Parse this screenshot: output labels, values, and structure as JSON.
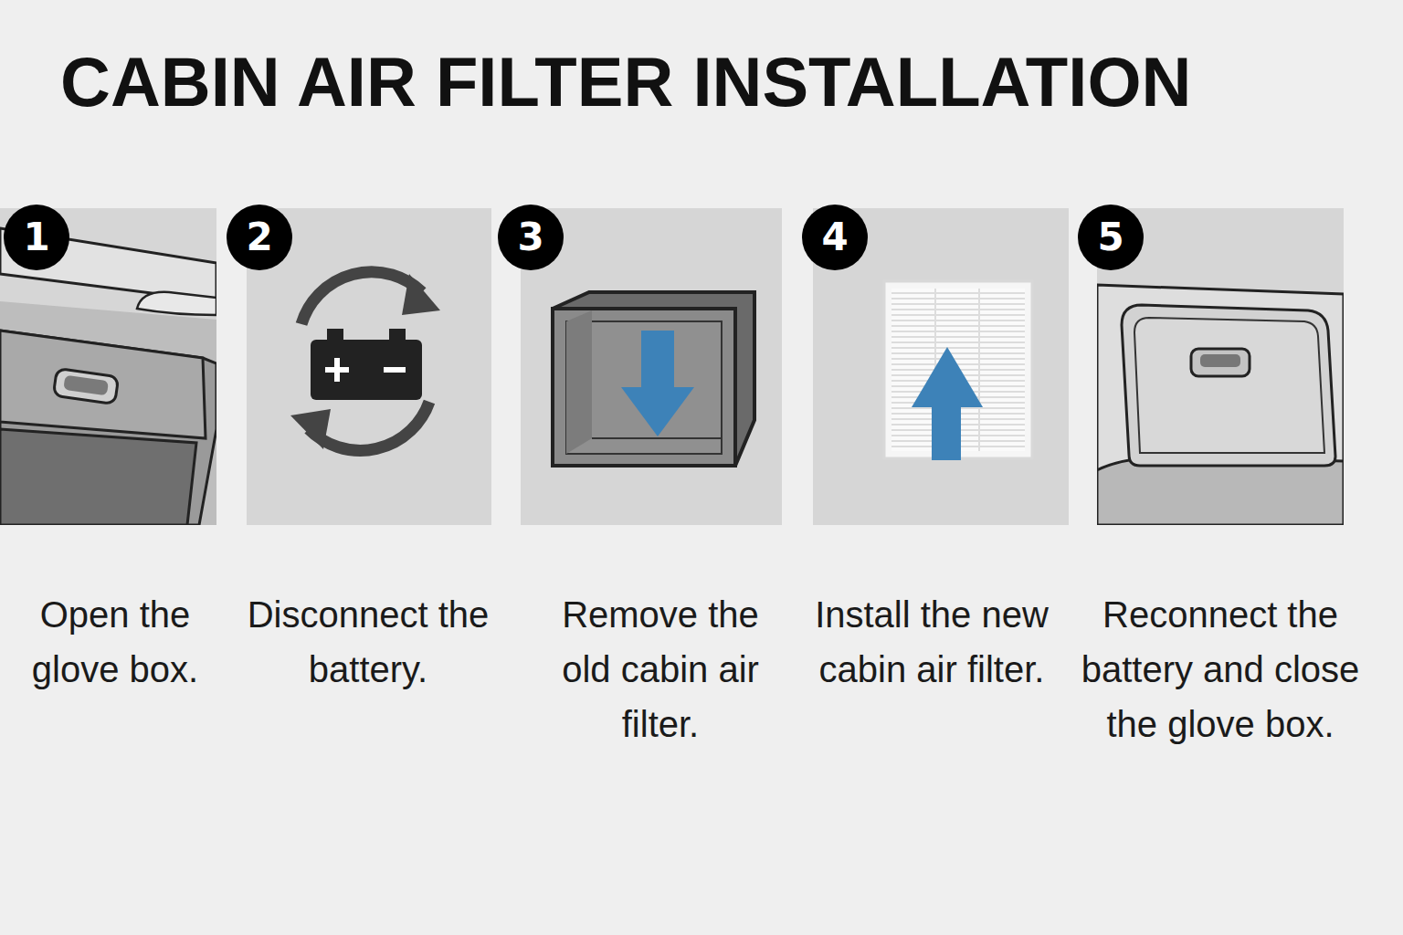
{
  "diagram": {
    "title": "CABIN AIR FILTER INSTALLATION",
    "nodes": [
      {
        "text": [
          "Open the glove box."
        ]
      },
      {
        "text": [
          "1"
        ],
        "in": 0
      },
      {
        "text": [
          "Disconnect the battery."
        ]
      },
      {
        "text": [
          "2"
        ],
        "in": 2
      },
      {
        "text": [
          "Remove the old cabin air filter."
        ]
      },
      {
        "text": [
          "3"
        ],
        "in": 4
      },
      {
        "text": [
          "Install the new cabin air filter."
        ]
      },
      {
        "text": [
          "4"
        ],
        "in": 6
      },
      {
        "text": [
          "Reconnect the battery and close the glove box."
        ]
      },
      {
        "text": [
          "5"
        ],
        "in": 8
      }
    ]
  }
}
